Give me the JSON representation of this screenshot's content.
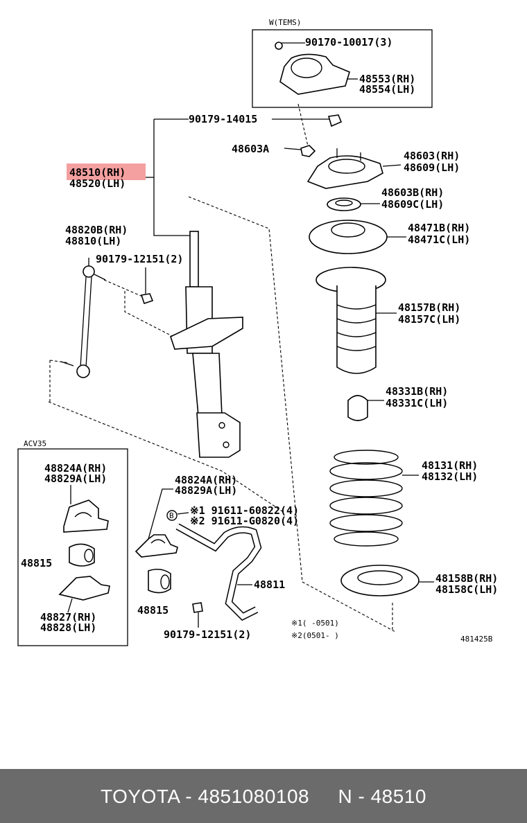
{
  "header": {
    "group_label": "W(TEMS)",
    "inset_label": "ACV35",
    "diagram_code": "481425B"
  },
  "parts": {
    "p_90170": "90170-10017(3)",
    "p_48553": "48553(RH)",
    "p_48554": "48554(LH)",
    "p_90179_14015": "90179-14015",
    "p_48603A": "48603A",
    "p_48603": "48603(RH)",
    "p_48609": "48609(LH)",
    "p_48510": "48510(RH)",
    "p_48520": "48520(LH)",
    "p_48603B": "48603B(RH)",
    "p_48609C": "48609C(LH)",
    "p_48820B": "48820B(RH)",
    "p_48810": "48810(LH)",
    "p_48471B": "48471B(RH)",
    "p_48471C": "48471C(LH)",
    "p_90179_12151a": "90179-12151(2)",
    "p_48157B": "48157B(RH)",
    "p_48157C": "48157C(LH)",
    "p_48331B": "48331B(RH)",
    "p_48331C": "48331C(LH)",
    "p_48131": "48131(RH)",
    "p_48132": "48132(LH)",
    "p_48824A_in": "48824A(RH)",
    "p_48829A_in": "48829A(LH)",
    "p_48824A": "48824A(RH)",
    "p_48829A": "48829A(LH)",
    "p_91611_60822": "※1 91611-60822(4)",
    "p_91611_G0820": "※2 91611-G0820(4)",
    "p_48815_in": "48815",
    "p_48811": "48811",
    "p_48158B": "48158B(RH)",
    "p_48158C": "48158C(LH)",
    "p_48827": "48827(RH)",
    "p_48828": "48828(LH)",
    "p_48815": "48815",
    "p_90179_12151b": "90179-12151(2)"
  },
  "notes": {
    "n1": "※1(      -0501)",
    "n2": "※2(0501-      )",
    "b_marker": "B"
  },
  "footer": {
    "text": "TOYOTA - 4851080108     N - 48510"
  },
  "colors": {
    "highlight": "#f08080",
    "footer_bg": "#6b6b6b",
    "footer_text": "#ffffff"
  }
}
